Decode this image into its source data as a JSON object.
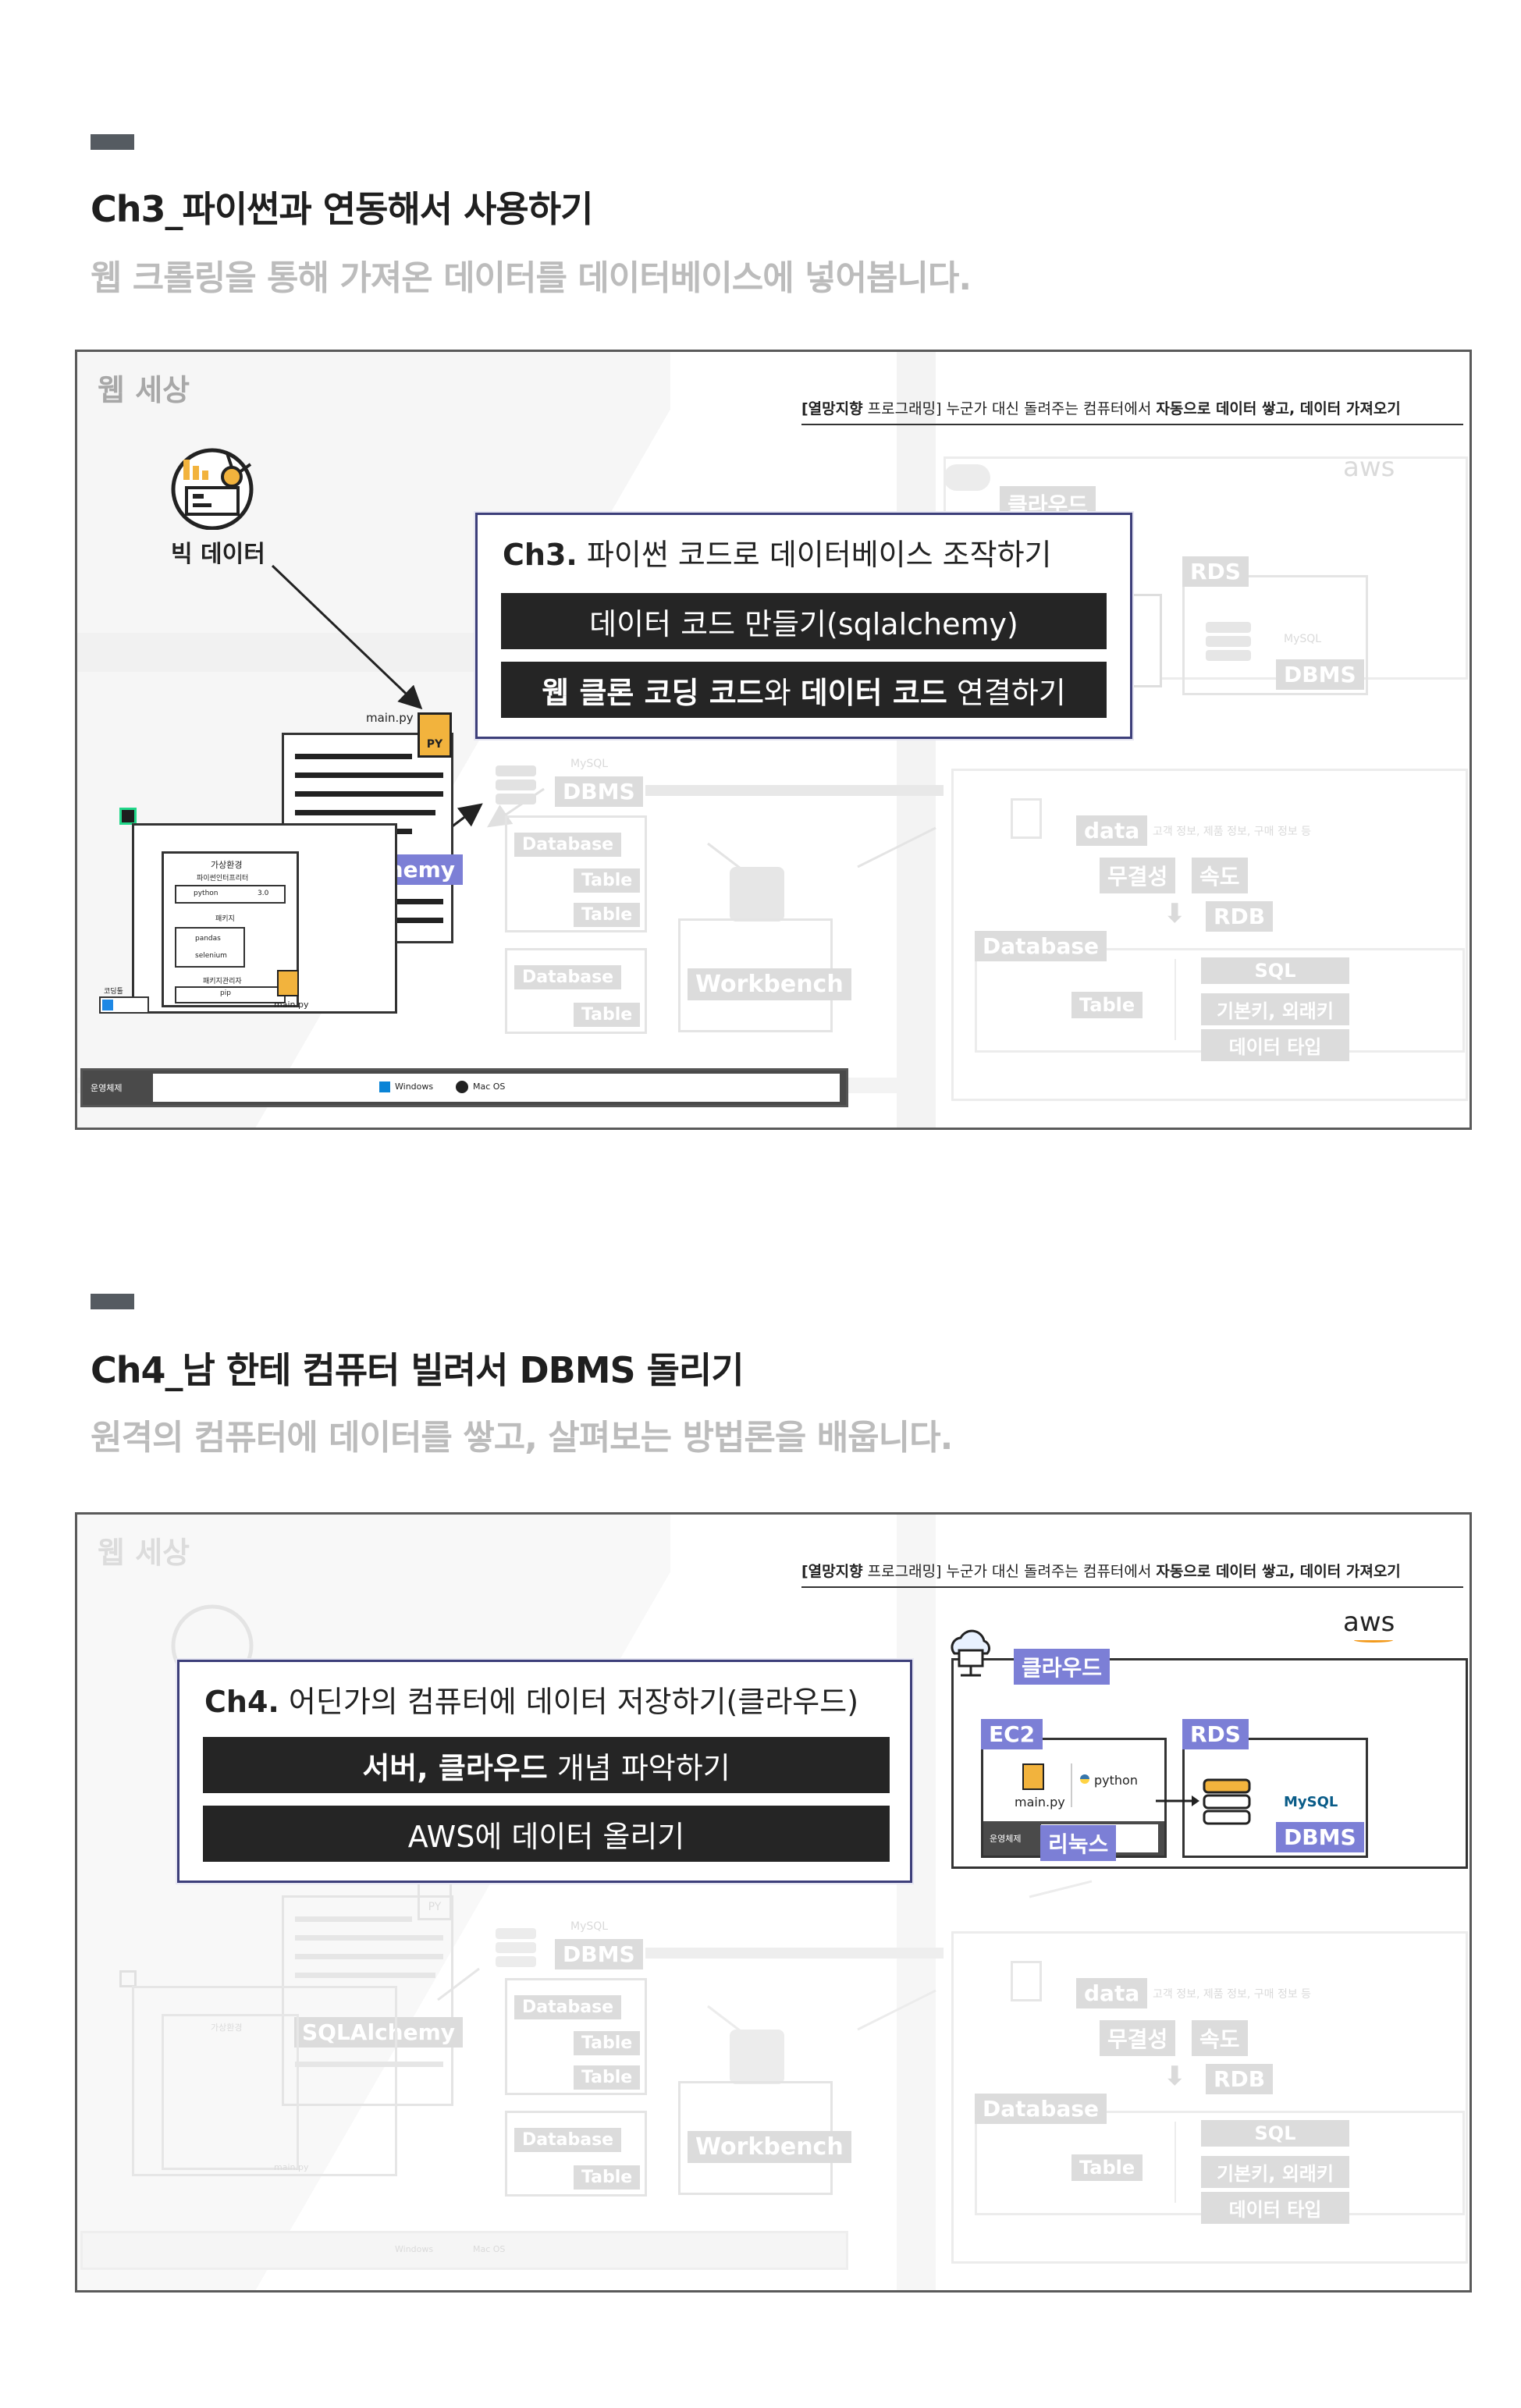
{
  "ch3": {
    "title": "Ch3_파이썬과 연동해서 사용하기",
    "subtitle": "웹 크롤링을 통해 가져온 데이터를 데이터베이스에 넣어봅니다.",
    "diagram": {
      "corner_label": "웹 세상",
      "header_bracket": "[열망지향",
      "header_prog": "프로그래밍]",
      "header_mid": "누군가 대신 돌려주는 컴퓨터에서",
      "header_bold": "자동으로 데이터 쌓고, 데이터 가져오기",
      "bigdata_label": "빅 데이터",
      "mainpy_label": "main.py",
      "py_badge": "PY",
      "sqlalchemy_label": "SQLAlchemy",
      "venv_label": "가상환경",
      "venv_interp": "파이썬인터프리터",
      "python_label": "python",
      "version_label": "3.0",
      "package_label": "패키지",
      "pandas_label": "pandas",
      "selenium_label": "selenium",
      "pkgmgr_label": "패키지관리자",
      "pip_label": "pip",
      "vscode_label": "코딩툴",
      "mainpy_small": "main.py",
      "os_label": "운영체제",
      "windows_label": "Windows",
      "macos_label": "Mac OS",
      "mysql_label": "MySQL",
      "dbms_label": "DBMS",
      "database_label": "Database",
      "table_label": "Table",
      "workbench_label": "Workbench",
      "cloud_label": "클라우드",
      "aws_label": "aws",
      "rds_label": "RDS",
      "data_label": "data",
      "data_desc": "고객 정보, 제품 정보, 구매 정보 등",
      "integrity_label": "무결성",
      "speed_label": "속도",
      "rdb_label": "RDB",
      "sql_label": "SQL",
      "keys_label": "기본키, 외래키",
      "datatype_label": "데이터 타입",
      "callout": {
        "title_bold": "Ch3.",
        "title_rest": "파이썬 코드로 데이터베이스 조작하기",
        "bar1": "데이터 코드 만들기(sqlalchemy)",
        "bar2_b1": "웹 클론 코딩 코드",
        "bar2_m1": "와",
        "bar2_b2": "데이터 코드",
        "bar2_m2": "연결하기"
      }
    }
  },
  "ch4": {
    "title": "Ch4_남 한테 컴퓨터 빌려서 DBMS 돌리기",
    "subtitle": "원격의 컴퓨터에 데이터를 쌓고, 살펴보는 방법론을 배웁니다.",
    "diagram": {
      "corner_label": "웹 세상",
      "header_bracket": "[열망지향",
      "header_prog": "프로그래밍]",
      "header_mid": "누군가 대신 돌려주는 컴퓨터에서",
      "header_bold": "자동으로 데이터 쌓고, 데이터 가져오기",
      "cloud_label": "클라우드",
      "aws_label": "aws",
      "ec2_label": "EC2",
      "rds_label": "RDS",
      "mainpy_label": "main.py",
      "py_badge": "PY",
      "python_label": "python",
      "os_label": "운영체제",
      "linux_label": "리눅스",
      "mysql_label": "MySQL",
      "dbms_label": "DBMS",
      "sqlalchemy_label": "SQLAlchemy",
      "venv_label": "가상환경",
      "database_label": "Database",
      "table_label": "Table",
      "workbench_label": "Workbench",
      "data_label": "data",
      "data_desc": "고객 정보, 제품 정보, 구매 정보 등",
      "integrity_label": "무결성",
      "speed_label": "속도",
      "rdb_label": "RDB",
      "sql_label": "SQL",
      "keys_label": "기본키, 외래키",
      "datatype_label": "데이터 타입",
      "windows_label": "Windows",
      "macos_label": "Mac OS",
      "main_small": "main.py",
      "callout": {
        "title_bold": "Ch4.",
        "title_rest": "어딘가의 컴퓨터에 데이터 저장하기(클라우드)",
        "bar1_b": "서버, 클라우드",
        "bar1_rest": "개념 파악하기",
        "bar2": "AWS에 데이터 올리기"
      }
    }
  },
  "colors": {
    "accent": "#7c7fd6",
    "dark_bar": "#252525",
    "faded": "#dcdcdc",
    "callout_border": "#3d3f7a"
  }
}
